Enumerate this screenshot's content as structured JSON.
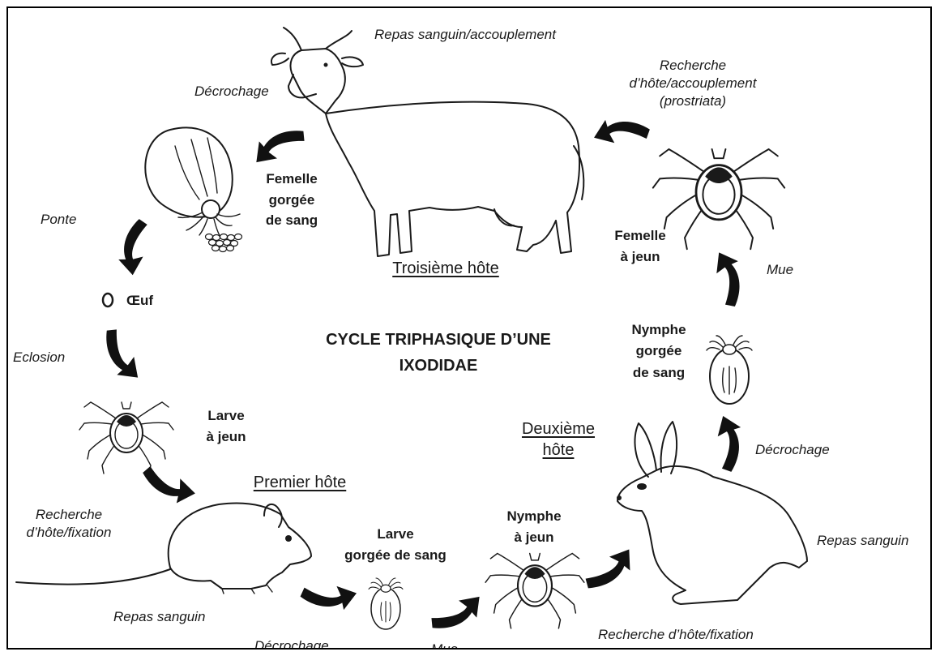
{
  "title_line1": "CYCLE TRIPHASIQUE D’UNE",
  "title_line2": "IXODIDAE",
  "hosts": {
    "third": "Troisième hôte",
    "first": "Premier hôte",
    "second_line1": "Deuxième",
    "second_line2": "hôte"
  },
  "stages": {
    "engorged_female": [
      "Femelle",
      "gorgée",
      "de sang"
    ],
    "egg": "Œuf",
    "unfed_larva": [
      "Larve",
      "à jeun"
    ],
    "engorged_larva": [
      "Larve",
      "gorgée de sang"
    ],
    "unfed_nymph": [
      "Nymphe",
      "à jeun"
    ],
    "engorged_nymph": [
      "Nymphe",
      "gorgée",
      "de sang"
    ],
    "unfed_female": [
      "Femelle",
      "à jeun"
    ]
  },
  "steps": {
    "cow_meal": "Repas sanguin/accouplement",
    "detach_cow": "Décrochage",
    "laying": "Ponte",
    "hatching": "Eclosion",
    "search_mouse": [
      "Recherche",
      "d’hôte/fixation"
    ],
    "mouse_meal": "Repas sanguin",
    "detach_mouse": "Décrochage",
    "molt_larva": "Mue",
    "search_rabbit": "Recherche d’hôte/fixation",
    "rabbit_meal": "Repas sanguin",
    "detach_rabbit": "Décrochage",
    "molt_nymph": "Mue",
    "search_cow": [
      "Recherche",
      "d’hôte/accouplement",
      "(prostriata)"
    ]
  },
  "colors": {
    "ink": "#1a1a1a",
    "arrow": "#111111",
    "background": "#ffffff"
  },
  "icons": [
    "cow-illustration",
    "mouse-illustration",
    "rabbit-illustration",
    "tick-illustration",
    "engorged-tick-illustration",
    "egg-icon",
    "curved-arrow-icon"
  ]
}
